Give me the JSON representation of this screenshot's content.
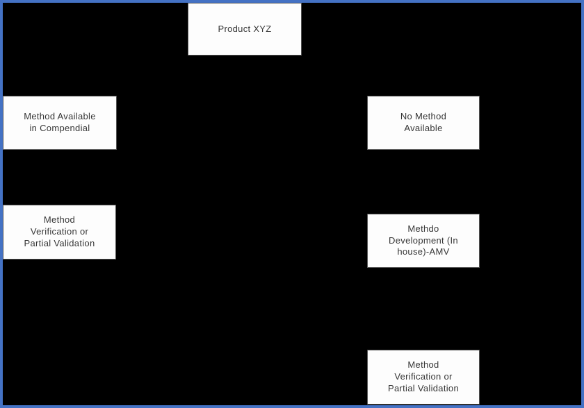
{
  "page": {
    "background_color": "#000000",
    "frame_border_color": "#4472C4",
    "node_fill_color": "#FDFDFD",
    "node_border_color": "#565656",
    "node_text_color": "#363636"
  },
  "flowchart": {
    "type": "decision-tree",
    "root": "Product XYZ",
    "nodes": [
      {
        "id": "product",
        "label": "Product XYZ"
      },
      {
        "id": "available",
        "label": "Method Available\nin Compendial"
      },
      {
        "id": "nomethod",
        "label": "No Method\nAvailable"
      },
      {
        "id": "verify-left",
        "label": "Method\nVerification or\nPartial Validation"
      },
      {
        "id": "development",
        "label": "Methdo\nDevelopment (In\nhouse)-AMV"
      },
      {
        "id": "verify-right",
        "label": "Method\nVerification or\nPartial Validation"
      }
    ],
    "edges": [
      {
        "from": "product",
        "to": "available"
      },
      {
        "from": "product",
        "to": "nomethod"
      },
      {
        "from": "available",
        "to": "verify-left"
      },
      {
        "from": "nomethod",
        "to": "development"
      },
      {
        "from": "development",
        "to": "verify-right"
      }
    ]
  }
}
